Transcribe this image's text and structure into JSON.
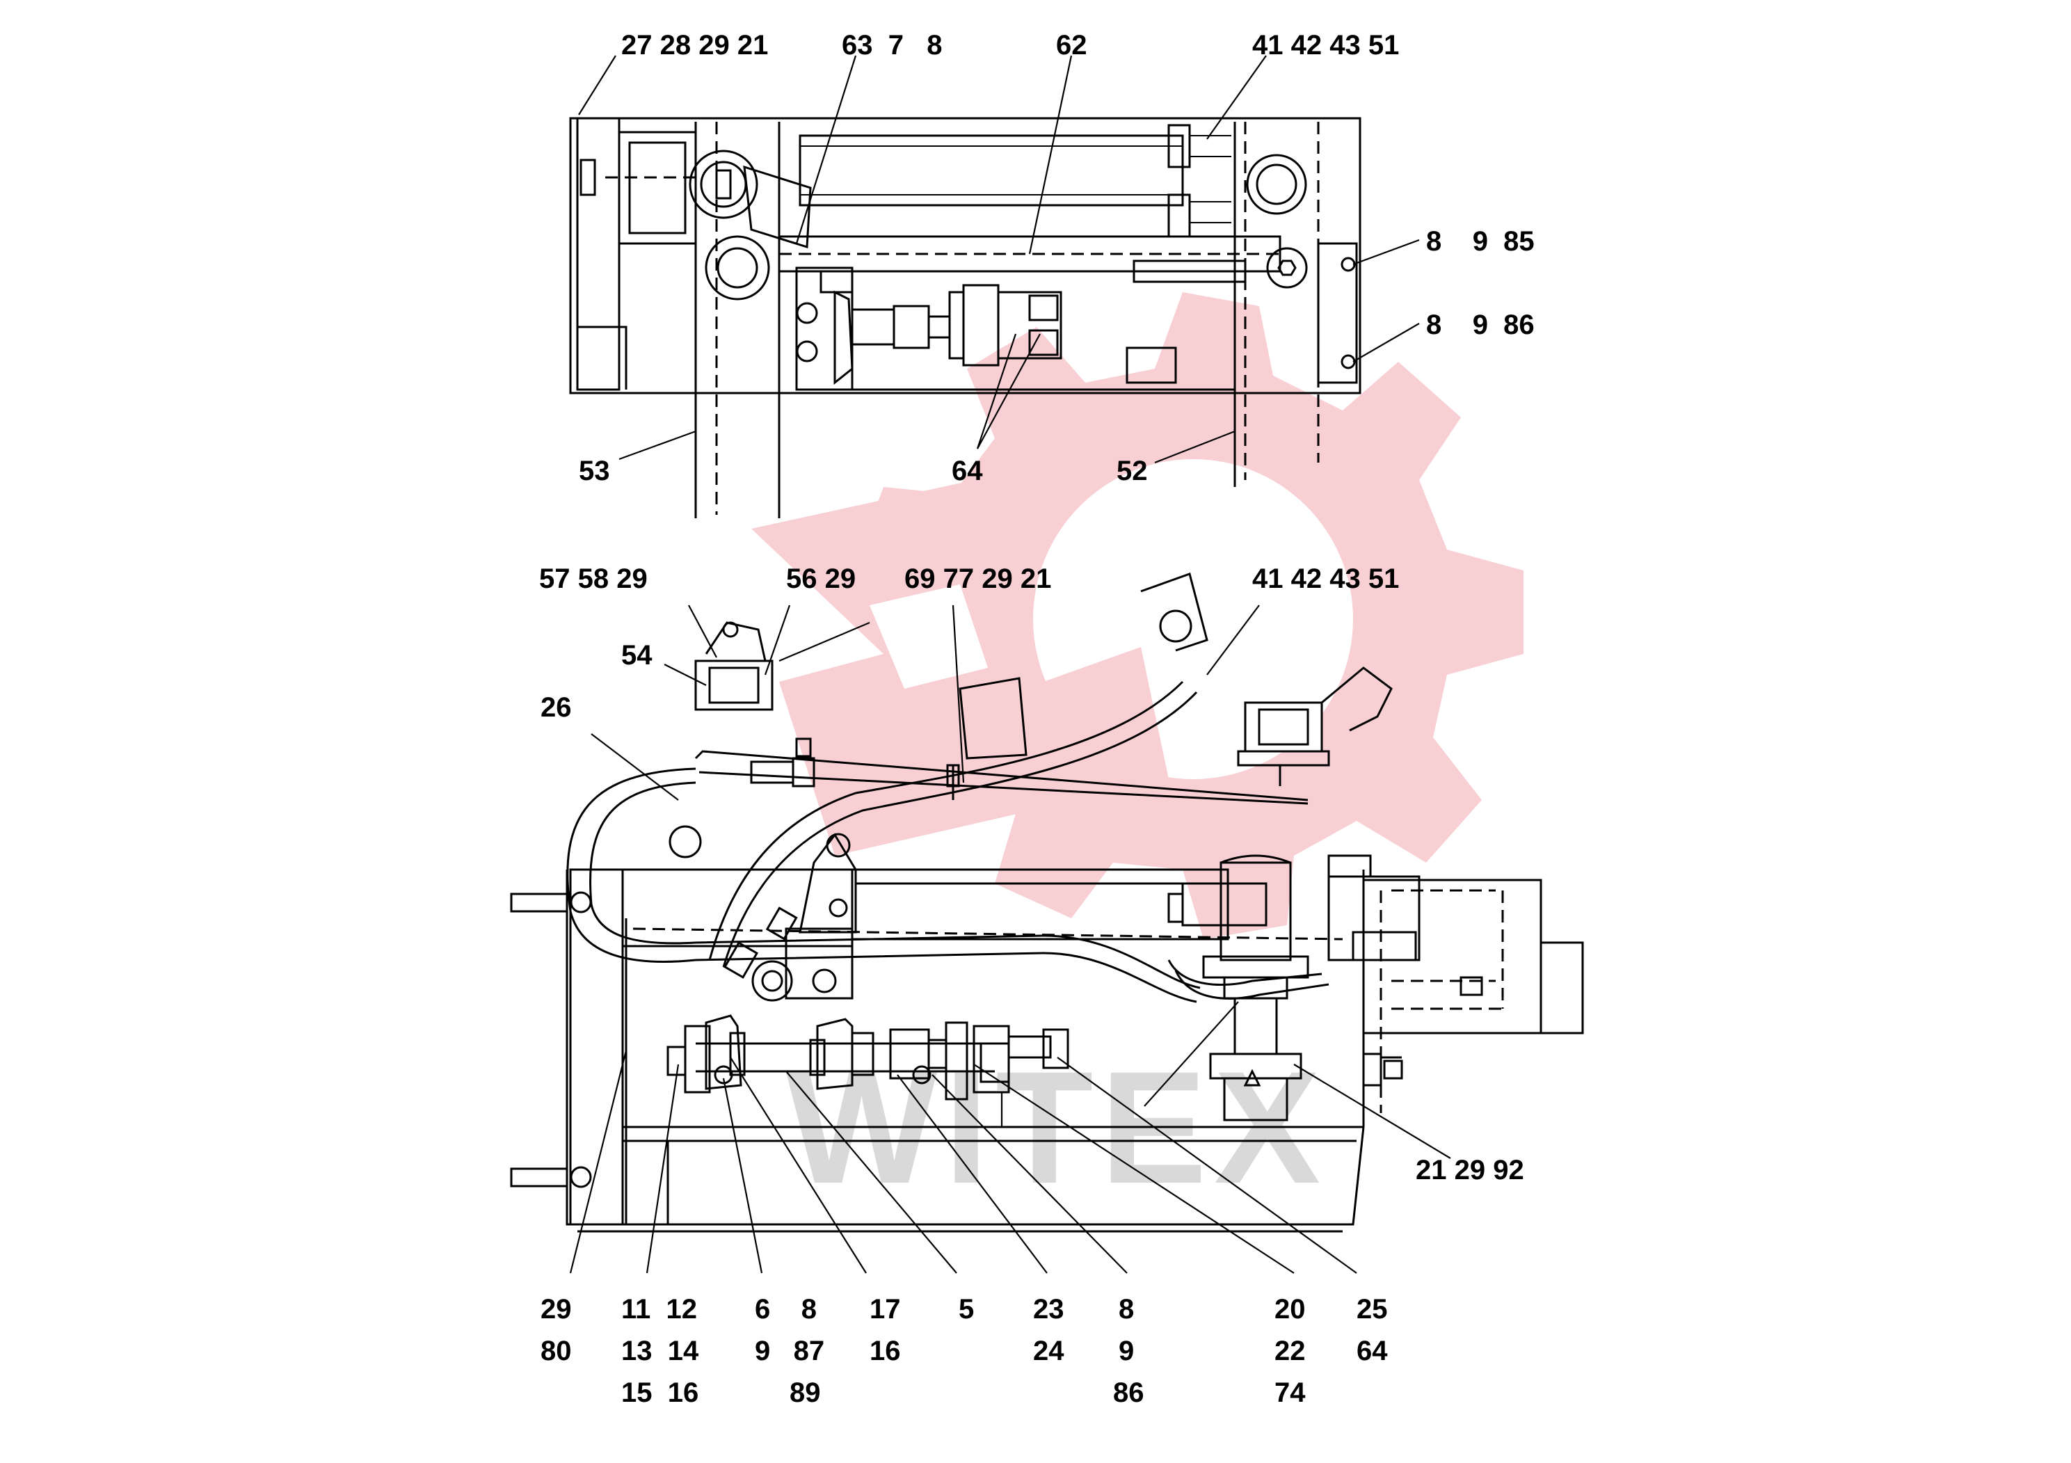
{
  "watermark": {
    "text": "WITEX",
    "gear_color": "#f7c8cd",
    "text_color": "#d9d9d9"
  },
  "callouts": {
    "top": {
      "c27_28_29_21": "27 28 29 21",
      "c63_7_8": "63  7   8",
      "c62": "62",
      "c41_42_43_51": "41 42 43 51",
      "c8_9_85": "8    9  85",
      "c8_9_86": "8    9  86",
      "c53": "53",
      "c64": "64",
      "c52": "52"
    },
    "bottom": {
      "c57_58_29": "57 58 29",
      "c56_29": "56 29",
      "c69_77_29_21": "69 77 29 21",
      "c41_42_43_51": "41 42 43 51",
      "c54": "54",
      "c26": "26",
      "c21_29_92": "21 29 92",
      "col1": [
        "29",
        "80"
      ],
      "col2": [
        "11  12",
        "13  14",
        "15  16"
      ],
      "col3": [
        "6    8",
        "9   87",
        "89"
      ],
      "col4": [
        "17",
        "16"
      ],
      "col5": [
        "5"
      ],
      "col6": [
        "23",
        "24"
      ],
      "col7": [
        "8",
        "9",
        "86"
      ],
      "col8": [
        "20",
        "22",
        "74"
      ],
      "col9": [
        "25",
        "64"
      ]
    }
  }
}
